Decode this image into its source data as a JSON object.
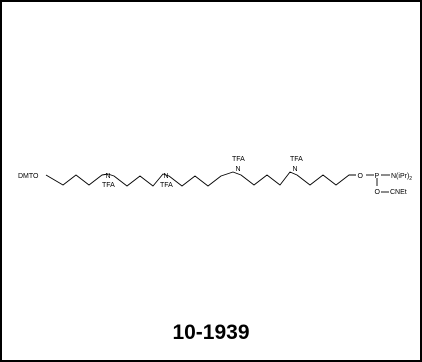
{
  "structure": {
    "labels": {
      "dmto": "DMTO",
      "n1": "N",
      "n1_tfa": "TFA",
      "n2": "N",
      "n2_tfa": "TFA",
      "n3": "N",
      "n3_tfa": "TFA",
      "n4": "N",
      "n4_tfa": "TFA",
      "o_link": "O",
      "p": "P",
      "amine": "N(iPr)",
      "amine_sub": "2",
      "o_cyano": "O",
      "cnet": "CNEt"
    },
    "colors": {
      "line": "#000000",
      "text": "#000000",
      "border": "#000000"
    }
  },
  "caption": {
    "catalog_number": "10-1939"
  }
}
